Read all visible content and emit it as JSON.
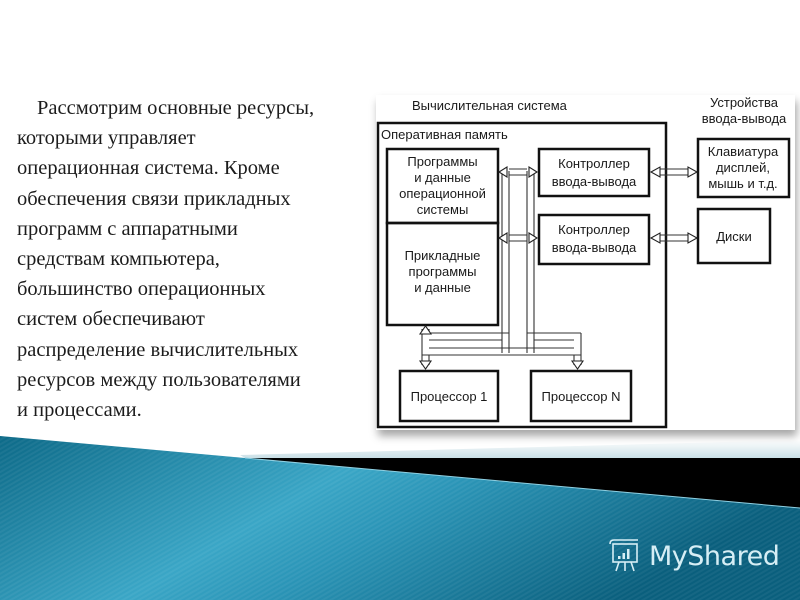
{
  "slide": {
    "body_lines": [
      "Рассмотрим основные ресурсы,",
      "которыми управляет",
      "операционная система. Кроме",
      "обеспечения связи прикладных",
      "программ с аппаратными",
      "средствам компьютера,",
      "большинство операционных",
      "систем обеспечивают",
      "распределение вычислительных",
      "ресурсов между пользователями",
      "и процессами."
    ]
  },
  "diagram": {
    "system_title": "Вычислительная система",
    "io_devices_title_line1": "Устройства",
    "io_devices_title_line2": "ввода-вывода",
    "ram_label": "Оперативная память",
    "os_programs": [
      "Программы",
      "и данные",
      "операционной",
      "системы"
    ],
    "app_programs": [
      "Прикладные",
      "программы",
      "и данные"
    ],
    "controller1": [
      "Контроллер",
      "ввода-вывода"
    ],
    "controller2": [
      "Контроллер",
      "ввода-вывода"
    ],
    "device1": [
      "Клавиатура",
      "дисплей,",
      "мышь и т.д."
    ],
    "device2": "Диски",
    "processor1": "Процессор 1",
    "processorN": "Процессор N"
  },
  "watermark": {
    "brand": "MyShared",
    "icon": "presentation-chart-icon"
  },
  "colors": {
    "teal_dark": "#0f6f8f",
    "teal_light": "#4fb3d0",
    "black_band": "#000000",
    "logo_text": "#d6eef5"
  }
}
